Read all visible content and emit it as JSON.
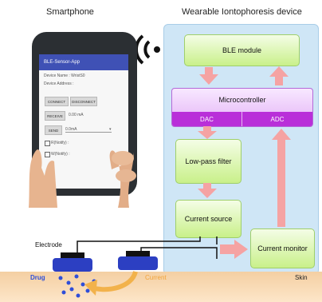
{
  "titles": {
    "smartphone": "Smartphone",
    "device": "Wearable Iontophoresis device"
  },
  "blocks": {
    "ble": "BLE module",
    "mcu": "Microcontroller",
    "dac": "DAC",
    "adc": "ADC",
    "lpf": "Low-pass filter",
    "current_source": "Current source",
    "current_monitor": "Current monitor"
  },
  "labels": {
    "electrode": "Electrode",
    "drug": "Drug",
    "current": "Current",
    "skin": "Skin"
  },
  "app": {
    "title": "BLE-Sensor-App",
    "device_name": "Device Name : WristS0",
    "device_address": "Device Address :",
    "connect": "CONNECT",
    "disconnect": "DISCONNECT",
    "receive": "RECEIVE",
    "receive_value": "0.00 mA",
    "send": "SEND",
    "send_value": "0.0mA",
    "check1": "R(Notify) :",
    "check2": "W(Notify) :"
  },
  "colors": {
    "arrow": "#f5a3a3",
    "panel": "#cfe6f6",
    "mcu_band": "#b92fd9",
    "current_arrow": "#f2b24b",
    "drug_dots": "#2f4ed8"
  },
  "icons": [
    "wireless-signal-icon"
  ]
}
